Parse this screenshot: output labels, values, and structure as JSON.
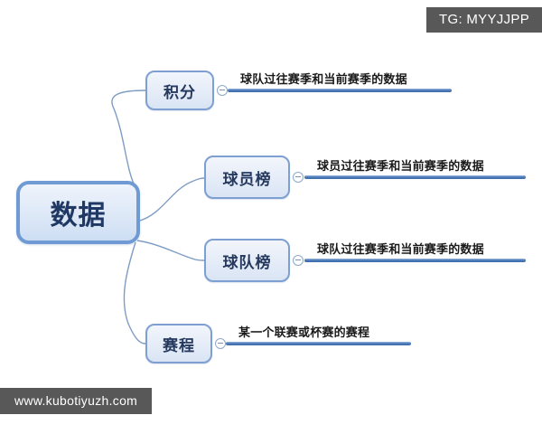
{
  "diagram": {
    "type": "mind-map",
    "root": {
      "label": "数据"
    },
    "branches": [
      {
        "id": "jifen",
        "label": "积分",
        "leaf_text": "球队过往赛季和当前赛季的数据"
      },
      {
        "id": "qiuyuanbang",
        "label": "球员榜",
        "leaf_text": "球员过往赛季和当前赛季的数据"
      },
      {
        "id": "qiuduibang",
        "label": "球队榜",
        "leaf_text": "球队过往赛季和当前赛季的数据"
      },
      {
        "id": "saicheng",
        "label": "赛程",
        "leaf_text": "某一个联赛或杯赛的赛程"
      }
    ],
    "colors": {
      "root_border": "#6f9ad4",
      "branch_border": "#7d9fd1",
      "node_text": "#1f3864",
      "edge_line": "#7f9cc4",
      "leaf_rule": "#3a6ba8",
      "watermark_bg": "#585858"
    }
  },
  "watermarks": {
    "top_right": "TG: MYYJJPP",
    "bottom_left": "www.kubotiyuzh.com"
  }
}
